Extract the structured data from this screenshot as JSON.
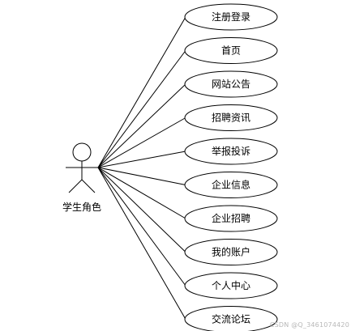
{
  "diagram": {
    "actor": {
      "label": "学生角色",
      "icon": "stick-figure-icon"
    },
    "use_cases": [
      {
        "id": "uc-register-login",
        "label": "注册登录"
      },
      {
        "id": "uc-home",
        "label": "首页"
      },
      {
        "id": "uc-announcements",
        "label": "网站公告"
      },
      {
        "id": "uc-job-info",
        "label": "招聘资讯"
      },
      {
        "id": "uc-report-complaint",
        "label": "举报投诉"
      },
      {
        "id": "uc-company-info",
        "label": "企业信息"
      },
      {
        "id": "uc-company-recruit",
        "label": "企业招聘"
      },
      {
        "id": "uc-my-account",
        "label": "我的账户"
      },
      {
        "id": "uc-personal-center",
        "label": "个人中心"
      },
      {
        "id": "uc-forum",
        "label": "交流论坛"
      }
    ],
    "colors": {
      "line": "#000000",
      "ellipse_fill": "#ffffff",
      "ellipse_stroke": "#000000"
    }
  },
  "watermark": {
    "text": "CSDN @Q_3461074420"
  }
}
